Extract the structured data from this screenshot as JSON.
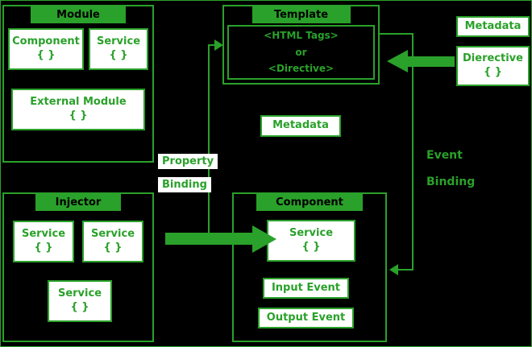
{
  "colors": {
    "green": "#2aa12a",
    "background": "#000000",
    "box_fill": "#ffffff"
  },
  "module_box": {
    "title": "Module",
    "component": {
      "line1": "Component",
      "line2": "{ }"
    },
    "service": {
      "line1": "Service",
      "line2": "{ }"
    },
    "external_module": {
      "line1": "External Module",
      "line2": "{ }"
    }
  },
  "template_box": {
    "title": "Template",
    "content": {
      "line1": "<HTML Tags>",
      "line2": "or",
      "line3": "<Directive>"
    }
  },
  "metadata_top": {
    "label": "Metadata"
  },
  "directive_box": {
    "line1": "Dierective",
    "line2": "{ }"
  },
  "metadata_middle": {
    "label": "Metadata"
  },
  "labels": {
    "property_binding": {
      "line1": "Property",
      "line2": "Binding"
    },
    "event_binding": {
      "line1": "Event",
      "line2": "Binding"
    }
  },
  "injector_box": {
    "title": "Injector",
    "service_1": {
      "line1": "Service",
      "line2": "{ }"
    },
    "service_2": {
      "line1": "Service",
      "line2": "{ }"
    },
    "service_3": {
      "line1": "Service",
      "line2": "{ }"
    }
  },
  "component_box": {
    "title": "Component",
    "service": {
      "line1": "Service",
      "line2": "{ }"
    },
    "input_event": "Input Event",
    "output_event": "Output Event"
  }
}
